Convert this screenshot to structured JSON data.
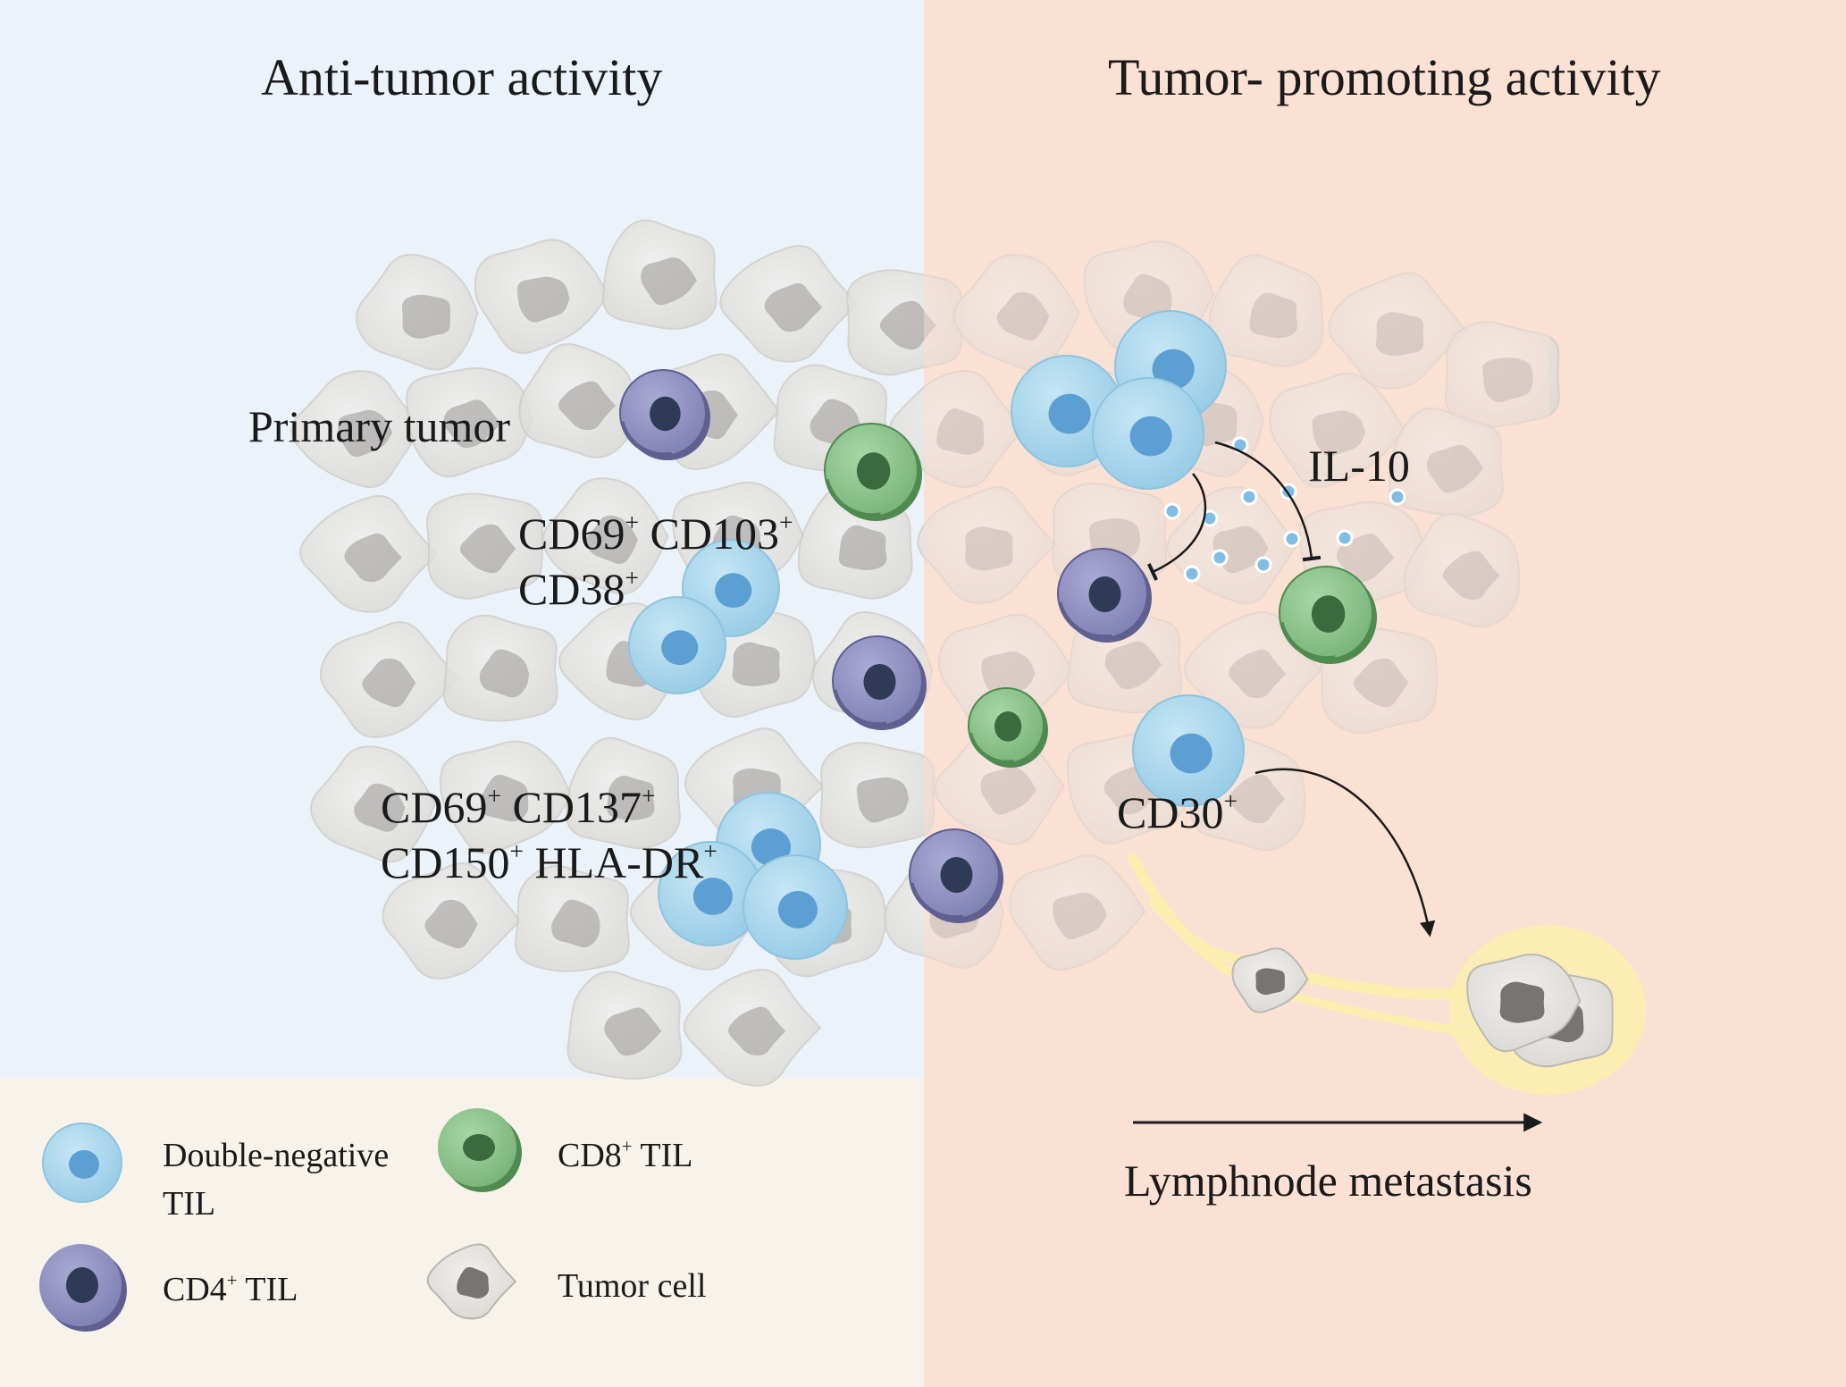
{
  "panels": {
    "left_title": "Anti-tumor activity",
    "right_title": "Tumor- promoting activity"
  },
  "labels": {
    "primary_tumor": "Primary tumor",
    "group1": {
      "line1": [
        {
          "base": "CD69",
          "sup": "+"
        },
        {
          "base": "CD103",
          "sup": "+"
        }
      ],
      "line2": [
        {
          "base": "CD38",
          "sup": "+"
        }
      ]
    },
    "group2": {
      "line1": [
        {
          "base": "CD69",
          "sup": "+"
        },
        {
          "base": "CD137",
          "sup": "+"
        }
      ],
      "line2": [
        {
          "base": "CD150",
          "sup": "+"
        },
        {
          "base": "HLA-DR",
          "sup": "+"
        }
      ]
    },
    "il10": "IL-10",
    "cd30": {
      "base": "CD30",
      "sup": "+"
    },
    "metastasis": "Lymphnode metastasis"
  },
  "legend": {
    "double_negative_line1": "Double-negative",
    "double_negative_line2": "TIL",
    "cd4": {
      "base": "CD4",
      "sup": "+",
      "rest": " TIL"
    },
    "cd8": {
      "base": "CD8",
      "sup": "+",
      "rest": " TIL"
    },
    "tumor_cell": "Tumor  cell"
  },
  "colors": {
    "left_bg": "#ebf2fa",
    "right_bg": "#fbe0d4",
    "legend_bg": "#f8f3ea",
    "dn_cell": "#a9d6ec",
    "dn_nucleus": "#5b9fd3",
    "cd4_cell": "#8e8fc0",
    "cd4_nucleus": "#2f3a56",
    "cd8_cell": "#8cc38c",
    "cd8_nucleus": "#3c6a3f",
    "tumor_cell": "#e6e4df",
    "tumor_nucleus": "#9a9896",
    "lymph": "#fbeeb0"
  }
}
